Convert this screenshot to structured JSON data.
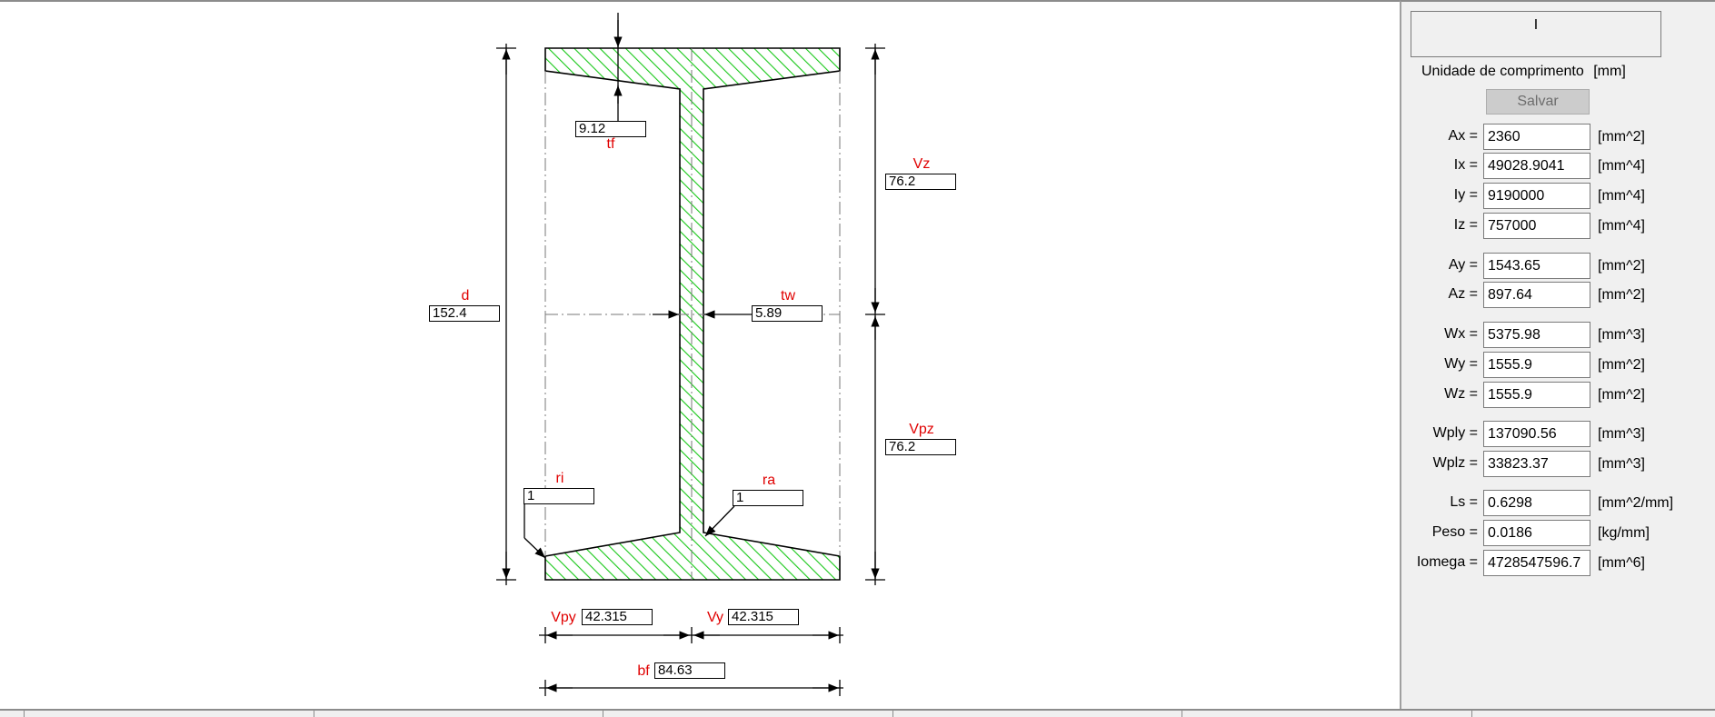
{
  "section": {
    "name": "I"
  },
  "panel": {
    "length_unit_label": "Unidade de comprimento",
    "length_unit": "[mm]",
    "save_label": "Salvar",
    "properties": [
      {
        "label": "Ax =",
        "value": "2360",
        "unit": "[mm^2]"
      },
      {
        "label": "Ix =",
        "value": "49028.9041",
        "unit": "[mm^4]"
      },
      {
        "label": "Iy =",
        "value": "9190000",
        "unit": "[mm^4]"
      },
      {
        "label": "Iz =",
        "value": "757000",
        "unit": "[mm^4]"
      },
      {
        "label": "Ay =",
        "value": "1543.65",
        "unit": "[mm^2]"
      },
      {
        "label": "Az =",
        "value": "897.64",
        "unit": "[mm^2]"
      },
      {
        "label": "Wx =",
        "value": "5375.98",
        "unit": "[mm^3]"
      },
      {
        "label": "Wy =",
        "value": "1555.9",
        "unit": "[mm^2]"
      },
      {
        "label": "Wz =",
        "value": "1555.9",
        "unit": "[mm^2]"
      },
      {
        "label": "Wply =",
        "value": "137090.56",
        "unit": "[mm^3]"
      },
      {
        "label": "Wplz =",
        "value": "33823.37",
        "unit": "[mm^3]"
      },
      {
        "label": "Ls =",
        "value": "0.6298",
        "unit": "[mm^2/mm]"
      },
      {
        "label": "Peso =",
        "value": "0.0186",
        "unit": "[kg/mm]"
      },
      {
        "label": "Iomega =",
        "value": "4728547596.7",
        "unit": "[mm^6]"
      }
    ]
  },
  "dimensions": {
    "tf": {
      "label": "tf",
      "value": "9.12"
    },
    "vz": {
      "label": "Vz",
      "value": "76.2"
    },
    "d": {
      "label": "d",
      "value": "152.4"
    },
    "tw": {
      "label": "tw",
      "value": "5.89"
    },
    "vpz": {
      "label": "Vpz",
      "value": "76.2"
    },
    "ri": {
      "label": "ri",
      "value": "1"
    },
    "ra": {
      "label": "ra",
      "value": "1"
    },
    "vpy": {
      "label": "Vpy",
      "value": "42.315"
    },
    "vy": {
      "label": "Vy",
      "value": "42.315"
    },
    "bf": {
      "label": "bf",
      "value": "84.63"
    }
  },
  "colors": {
    "hatch": "#19c819",
    "label": "#e00000"
  }
}
